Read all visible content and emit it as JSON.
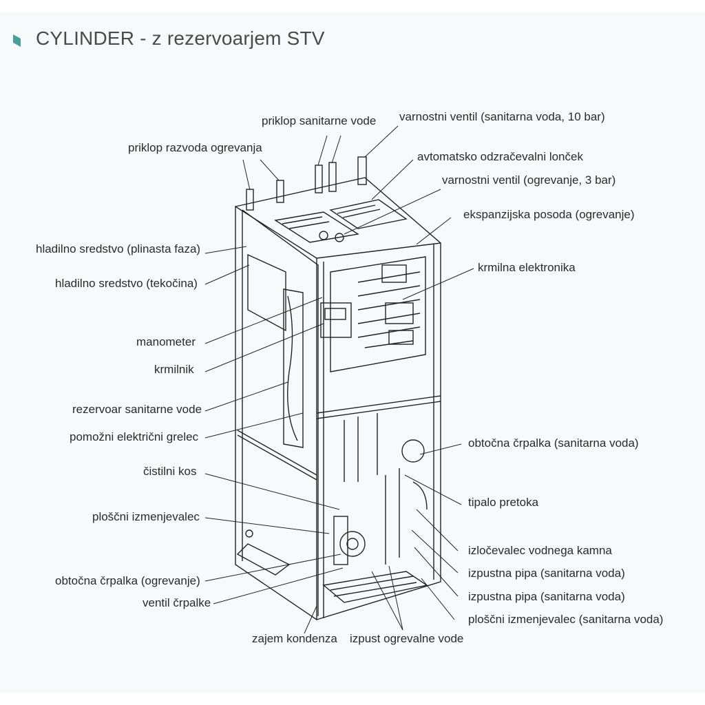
{
  "title": "CYLINDER - z rezervoarjem STV",
  "accent_color": "#4a9d9a",
  "labels": {
    "priklop_sanitarne_vode": "priklop sanitarne vode",
    "priklop_razvoda_ogrevanja": "priklop razvoda ogrevanja",
    "varnostni_ventil_sanitarna": "varnostni ventil (sanitarna voda, 10 bar)",
    "avtomatsko_odzracevalni": "avtomatsko odzračevalni lonček",
    "varnostni_ventil_ogrevanje": "varnostni ventil (ogrevanje, 3 bar)",
    "ekspanzijska_posoda": "ekspanzijska posoda (ogrevanje)",
    "hladilno_plinasta": "hladilno sredstvo (plinasta faza)",
    "hladilno_tekocina": "hladilno sredstvo (tekočina)",
    "krmilna_elektronika": "krmilna elektronika",
    "manometer": "manometer",
    "krmilnik": "krmilnik",
    "rezervoar": "rezervoar sanitarne vode",
    "grelec": "pomožni električni grelec",
    "obtocna_sanitarna": "obtočna črpalka (sanitarna  voda)",
    "cistilni_kos": "čistilni kos",
    "tipalo_pretoka": "tipalo pretoka",
    "ploscni_izmenjevalec": "ploščni izmenjevalec",
    "izlocevalec": "izločevalec vodnega kamna",
    "izpustna_pipa_1": "izpustna pipa (sanitarna voda)",
    "izpustna_pipa_2": "izpustna pipa (sanitarna voda)",
    "obtocna_ogrevanje": "obtočna črpalka (ogrevanje)",
    "ventil_crpalke": "ventil črpalke",
    "ploscni_sanitarna": "ploščni izmenjevalec (sanitarna voda)",
    "zajem_kondenza": "zajem kondenza",
    "izpust_ogrevalne": "izpust ogrevalne vode"
  }
}
